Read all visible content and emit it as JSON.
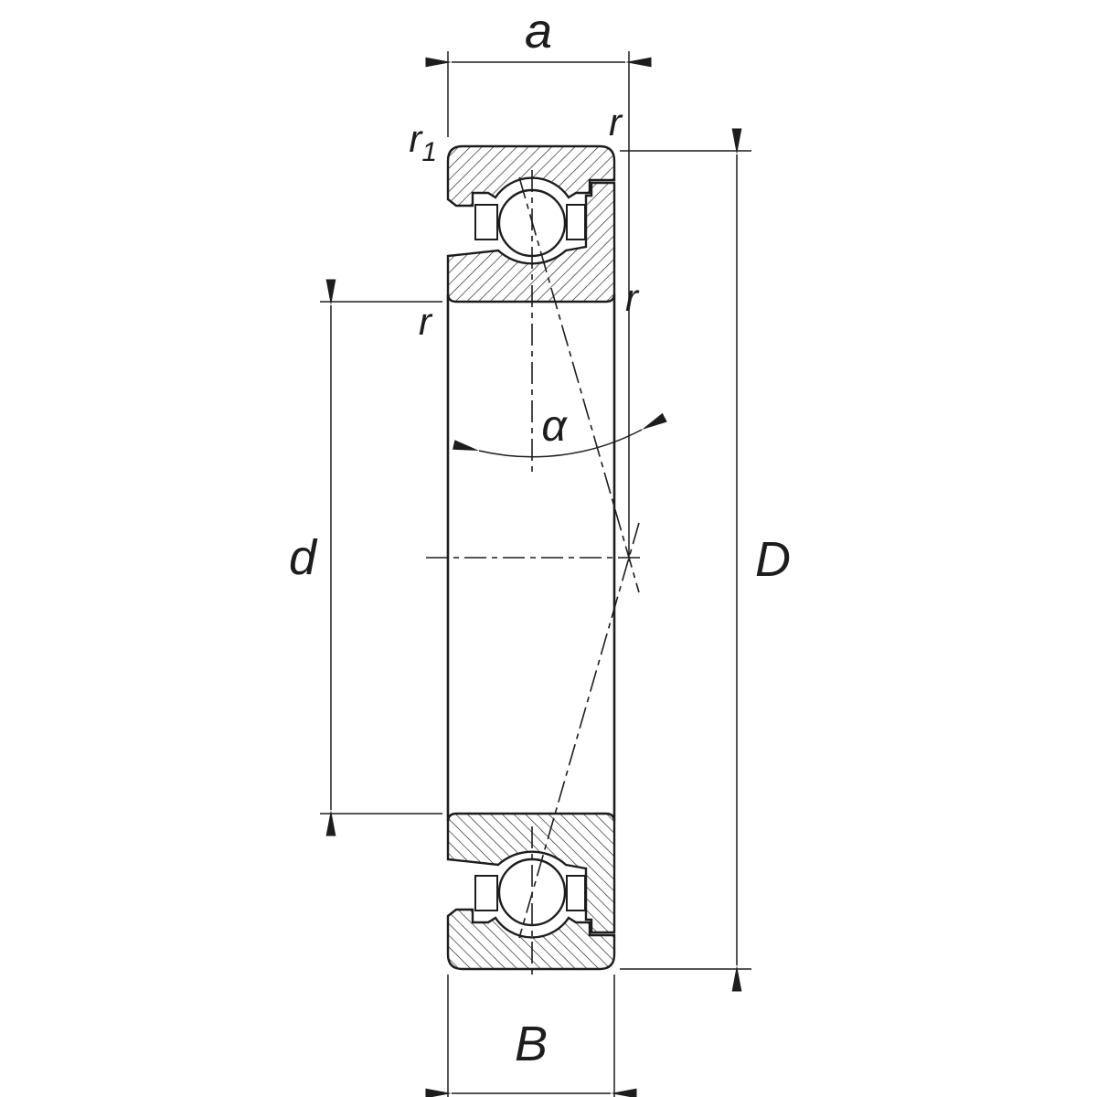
{
  "diagram": {
    "type": "technical-drawing",
    "subject": "Angular contact ball bearing cross-section with dimension symbols",
    "background_color": "#ffffff",
    "line_color": "#1d1d1d",
    "labels": {
      "distance_a": "a",
      "chamfer_r1_main": "r",
      "chamfer_r1_sub": "1",
      "chamfer_r_top_right": "r",
      "chamfer_r_bore_left": "r",
      "chamfer_r_bore_right": "r",
      "contact_angle": "α",
      "bore_diameter": "d",
      "outer_diameter": "D",
      "width": "B"
    }
  }
}
